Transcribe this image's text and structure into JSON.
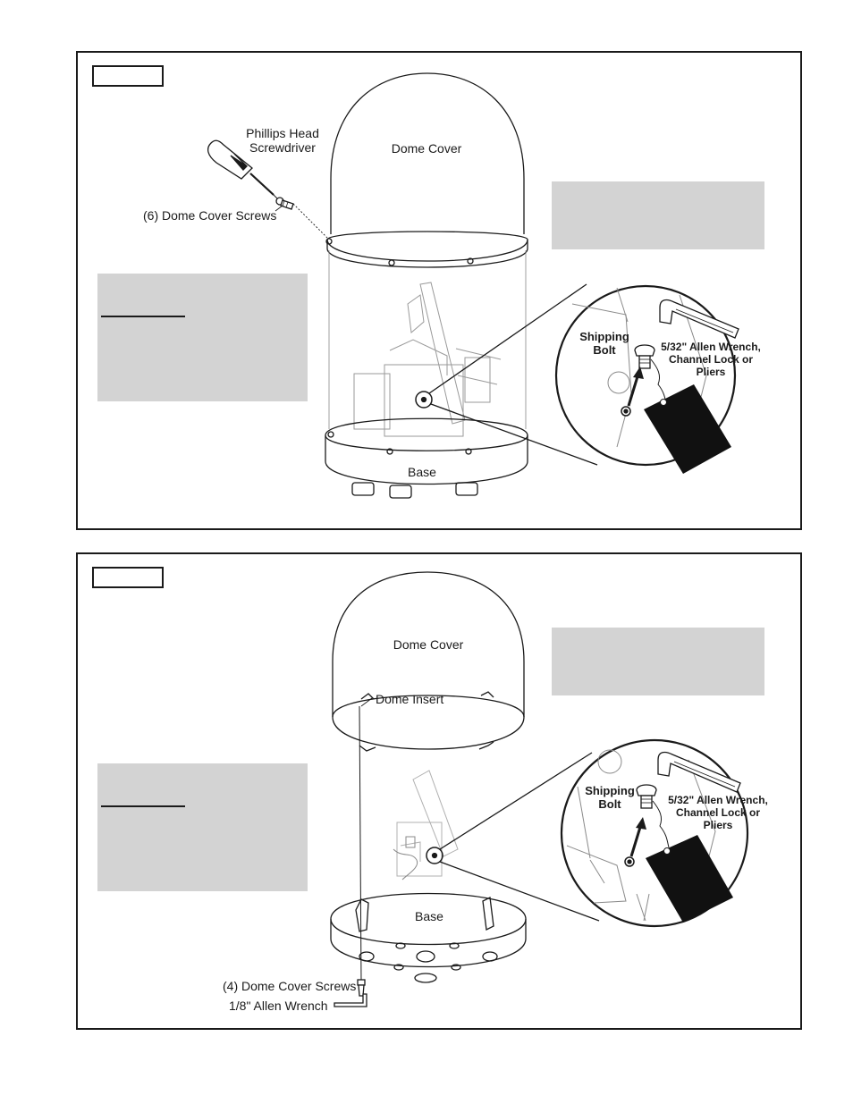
{
  "figure1": {
    "labels": {
      "tool_line1": "Phillips Head",
      "tool_line2": "Screwdriver",
      "screws": "(6) Dome Cover Screws",
      "dome_cover": "Dome Cover",
      "base": "Base",
      "shipping_bolt_line1": "Shipping",
      "shipping_bolt_line2": "Bolt",
      "wrench_line1": "5/32\" Allen Wrench,",
      "wrench_line2": "Channel Lock or",
      "wrench_line3": "Pliers"
    }
  },
  "figure2": {
    "labels": {
      "dome_cover": "Dome Cover",
      "dome_insert": "Dome Insert",
      "base": "Base",
      "screws": "(4) Dome Cover Screws",
      "allen": "1/8\" Allen Wrench",
      "shipping_bolt_line1": "Shipping",
      "shipping_bolt_line2": "Bolt",
      "wrench_line1": "5/32\" Allen Wrench,",
      "wrench_line2": "Channel Lock or",
      "wrench_line3": "Pliers"
    }
  },
  "colors": {
    "line": "#1a1a1a",
    "callout_box": "#d3d3d3",
    "tag": "#111111",
    "page": "#ffffff"
  }
}
